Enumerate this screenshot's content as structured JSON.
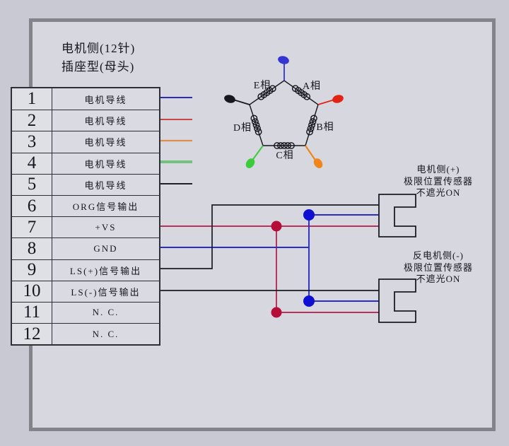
{
  "header": {
    "line1": "电机侧(12针)",
    "line2": "插座型(母头)"
  },
  "connector_table": {
    "rows": [
      {
        "pin": "1",
        "label": "电机导线",
        "wire_color": "#2b2bbd"
      },
      {
        "pin": "2",
        "label": "电机导线",
        "wire_color": "#cc4545"
      },
      {
        "pin": "3",
        "label": "电机导线",
        "wire_color": "#de8f4e"
      },
      {
        "pin": "4",
        "label": "电机导线",
        "wire_color": "#72c27f"
      },
      {
        "pin": "5",
        "label": "电机导线",
        "wire_color": "#20202b"
      },
      {
        "pin": "6",
        "label": "ORG信号输出"
      },
      {
        "pin": "7",
        "label": "+VS"
      },
      {
        "pin": "8",
        "label": "GND"
      },
      {
        "pin": "9",
        "label": "LS(+)信号输出"
      },
      {
        "pin": "10",
        "label": "LS(-)信号输出"
      },
      {
        "pin": "11",
        "label": "N. C."
      },
      {
        "pin": "12",
        "label": "N. C."
      }
    ]
  },
  "motor": {
    "phase_labels": {
      "a": "A相",
      "b": "B相",
      "c": "C相",
      "d": "D相",
      "e": "E相"
    }
  },
  "sensors": {
    "plus": {
      "line1": "电机侧(+)",
      "line2": "极限位置传感器",
      "line3": "不遮光ON"
    },
    "minus": {
      "line1": "反电机侧(-)",
      "line2": "极限位置传感器",
      "line3": "不遮光ON"
    }
  },
  "colors": {
    "vs_wire": "#b01a4a",
    "gnd_wire": "#2c2cc8",
    "signal_black": "#1b1b25",
    "junction_red": "#b50d38",
    "junction_blue": "#0f0fd4",
    "lead_blue": "#3434d2",
    "lead_red": "#e22414",
    "lead_black": "#17171f",
    "lead_green": "#3bcb3b",
    "lead_orange": "#f08519"
  }
}
